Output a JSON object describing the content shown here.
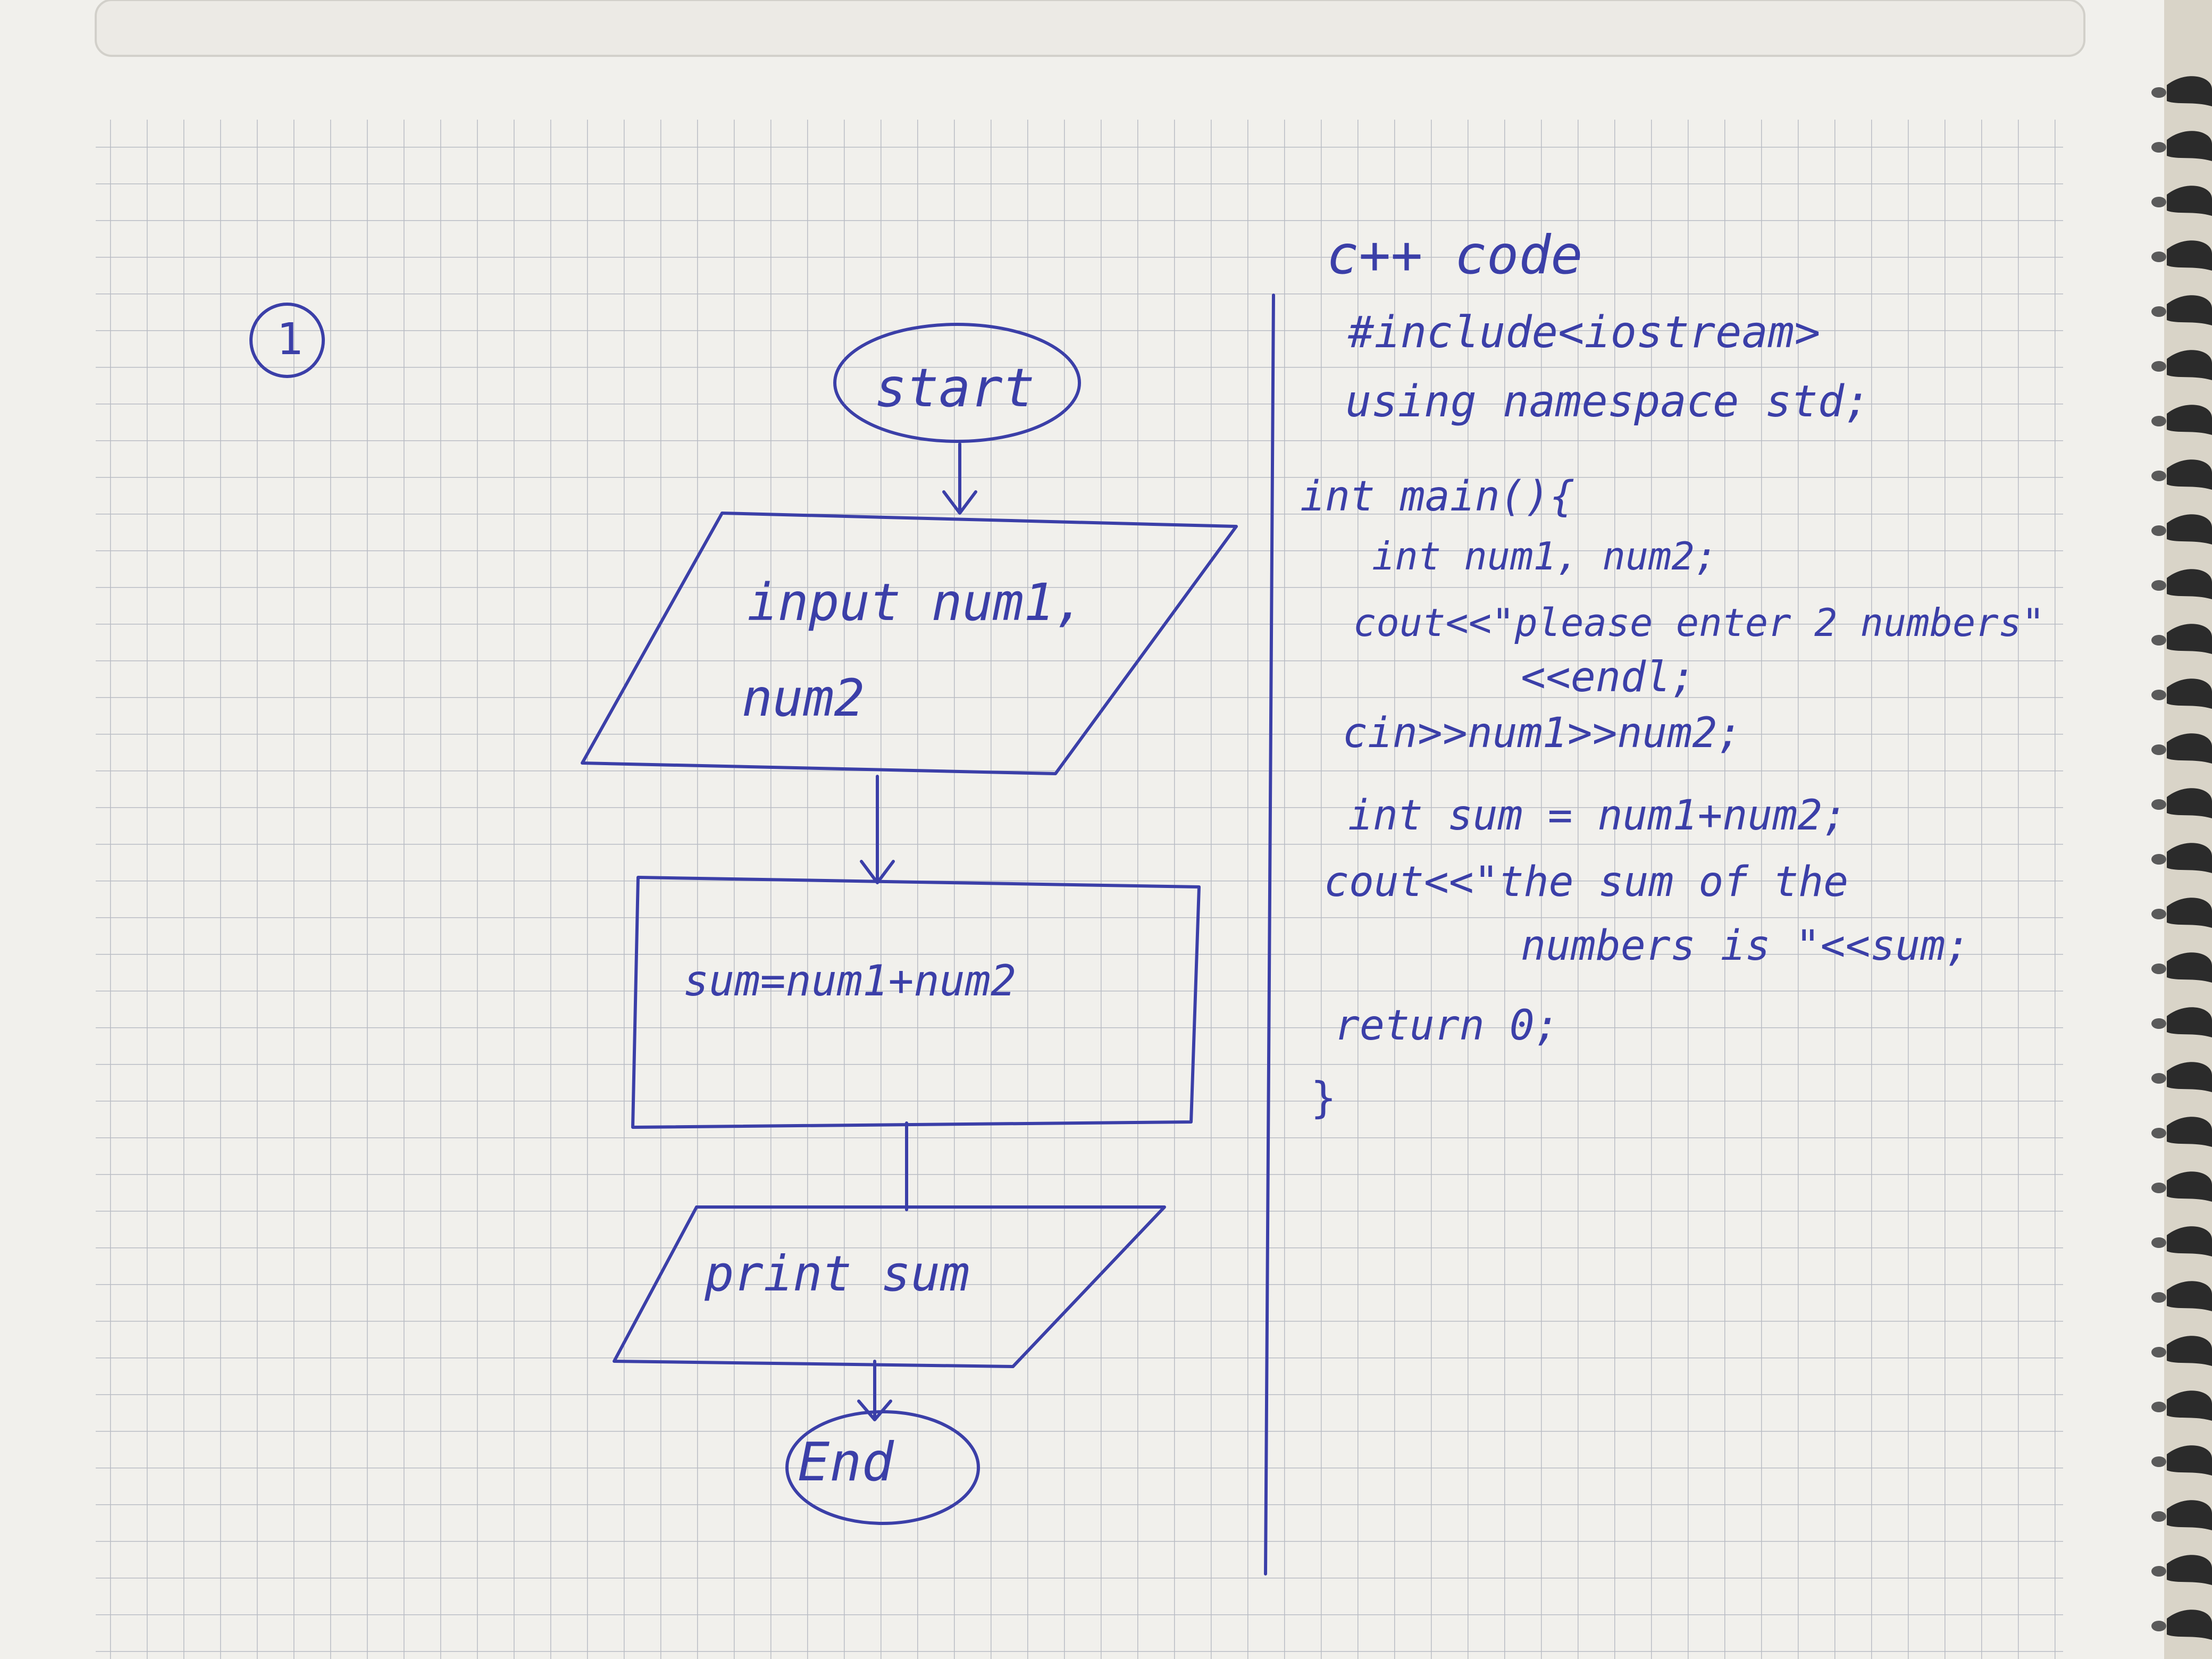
{
  "page": {
    "paper_color": "#f1f0ec",
    "grid_color": "#b9bcc4",
    "ink_color": "#3b3fa8",
    "background_color": "#d9d4c8",
    "binding_ring_color": "#2b2b2b"
  },
  "flowchart": {
    "number_label": "1",
    "start_label": "start",
    "input_label_line1": "input num1,",
    "input_label_line2": "num2",
    "process_label": "sum=num1+num2",
    "output_label": "print sum",
    "end_label": "End"
  },
  "code": {
    "heading": "c++ code",
    "lines": [
      "#include<iostream>",
      "using namespace std;",
      "int main(){",
      "int num1, num2;",
      "cout<<\"please enter 2 numbers\"",
      "<<endl;",
      "cin>>num1>>num2;",
      "int sum = num1+num2;",
      "cout<<\"the sum of the",
      "numbers is \"<<sum;",
      "return 0;",
      "}"
    ]
  }
}
